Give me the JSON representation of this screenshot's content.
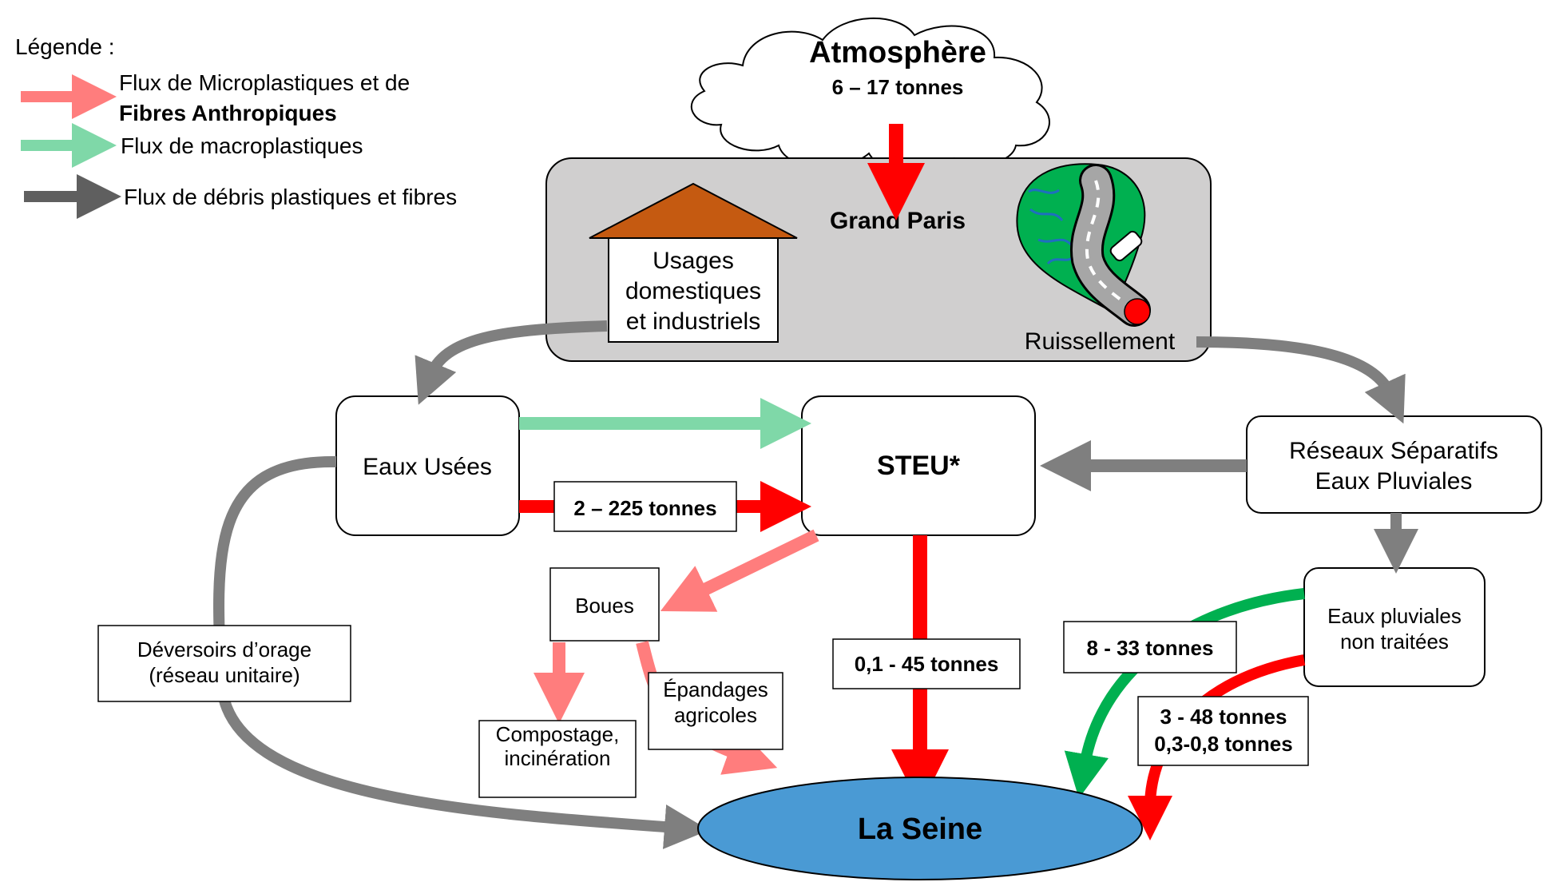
{
  "legend": {
    "title": "Légende :",
    "micro_line1": "Flux de Microplastiques et de",
    "micro_line2": "Fibres Anthropiques",
    "macro": "Flux de macroplastiques",
    "debris": "Flux de débris plastiques et fibres"
  },
  "atmosphere": {
    "title": "Atmosphère",
    "value": "6 – 17 tonnes"
  },
  "grand_paris": "Grand Paris",
  "usages": {
    "line1": "Usages",
    "line2": "domestiques",
    "line3": "et industriels"
  },
  "ruissellement": "Ruissellement",
  "eaux_usees": "Eaux Usées",
  "steu": "STEU*",
  "reseaux": {
    "line1": "Réseaux Séparatifs",
    "line2": "Eaux Pluviales"
  },
  "flux_eaux_usees_steu": "2 – 225 tonnes",
  "boues": "Boues",
  "compostage": {
    "line1": "Compostage,",
    "line2": "incinération"
  },
  "epandages": {
    "line1": "Épandages",
    "line2": "agricoles"
  },
  "steu_seine": "0,1 - 45 tonnes",
  "deversoirs": {
    "line1": "Déversoirs d’orage",
    "line2": "(réseau unitaire)"
  },
  "eaux_pluviales_nt": {
    "line1": "Eaux pluviales",
    "line2": "non traitées"
  },
  "macro_flux": "8 - 33 tonnes",
  "pluvial_flux": {
    "debris": "3 - 48 tonnes",
    "fibres": "0,3-0,8 tonnes"
  },
  "seine": "La Seine",
  "colors": {
    "micro_red": "#ff0000",
    "micro_light": "#ff7d7d",
    "macro_light": "#7fd8a8",
    "macro_green": "#00b050",
    "debris_gray": "#7f7f7f",
    "fibres_blue": "#4472c4",
    "grand_paris_bg": "#d0cfcf",
    "roof": "#c55a11",
    "seine_fill": "#4a9ad4"
  }
}
